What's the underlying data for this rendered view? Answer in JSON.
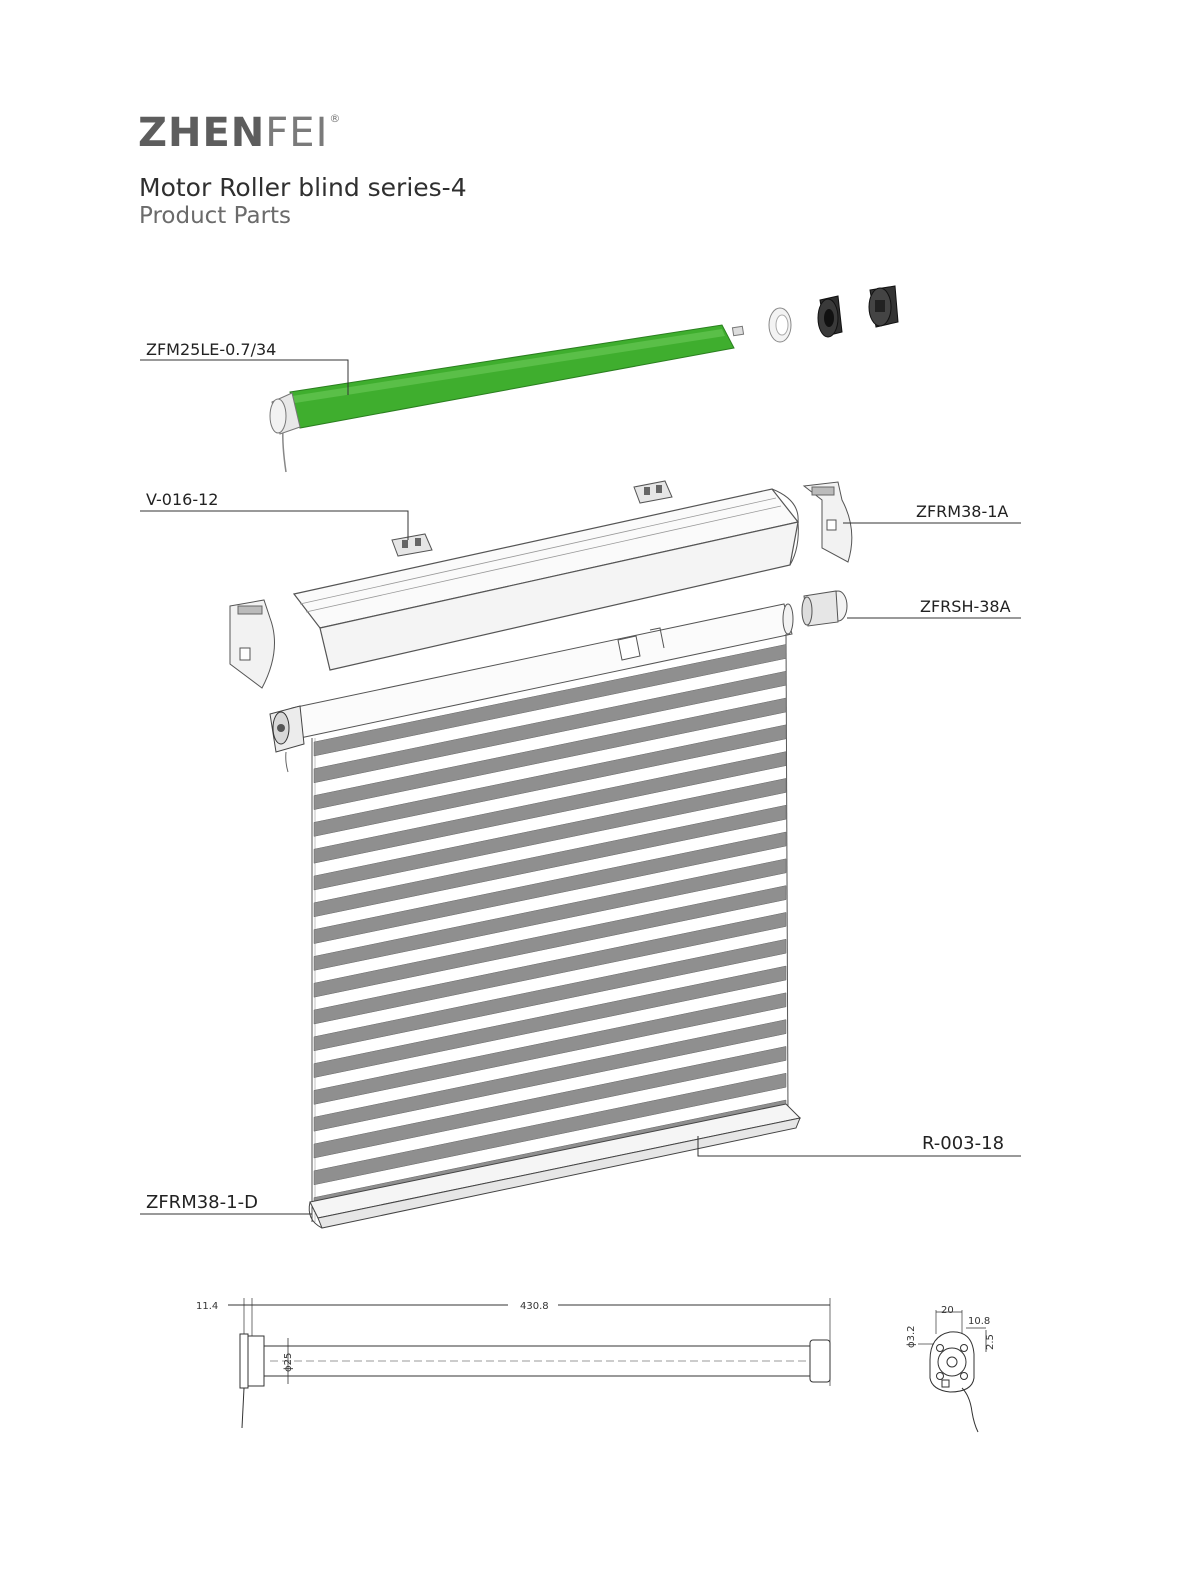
{
  "brand": {
    "part1": "ZHEN",
    "part2": "FEI",
    "reg": "®"
  },
  "title": "Motor Roller blind series-4",
  "subtitle": "Product Parts",
  "parts": {
    "motor": "ZFM25LE-0.7/34",
    "clip": "V-016-12",
    "bracket": "ZFRM38-1A",
    "adapter": "ZFRSH-38A",
    "bottom_rail": "R-003-18",
    "end_cap": "ZFRM38-1-D"
  },
  "dimensions": {
    "offset": "11.4",
    "length": "430.8",
    "diameter": "ϕ25",
    "head_width": "20",
    "head_offset": "10.8",
    "hole_diameter": "ϕ3.2",
    "hole_offset": "2.5"
  },
  "colors": {
    "motor": "#3fae2e",
    "slat": "#8f8f8f",
    "line": "#3a3a3a"
  }
}
